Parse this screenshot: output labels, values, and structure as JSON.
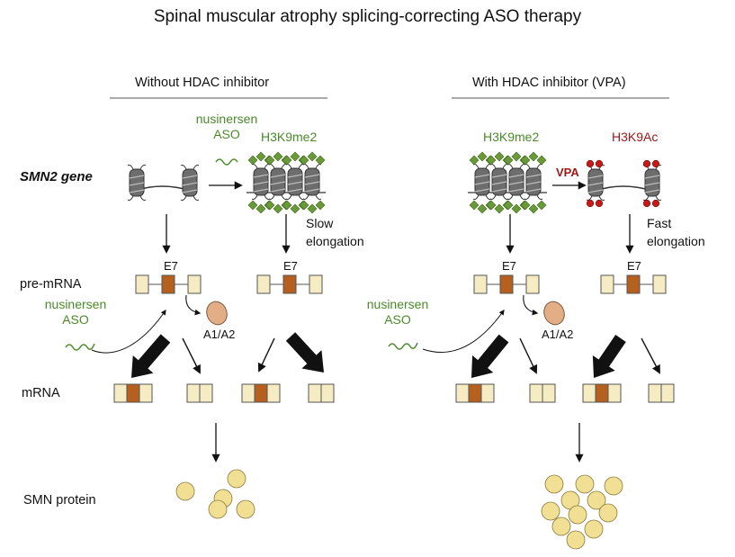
{
  "title": "Spinal muscular atrophy splicing-correcting ASO therapy",
  "left_header": "Without HDAC inhibitor",
  "right_header": "With HDAC inhibitor (VPA)",
  "row_labels": {
    "gene": "SMN2 gene",
    "pre_mrna": "pre-mRNA",
    "mrna": "mRNA",
    "protein": "SMN protein"
  },
  "aso_line1": "nusinersen",
  "aso_line2": "ASO",
  "mark_h3k9me2": "H3K9me2",
  "mark_h3k9ac": "H3K9Ac",
  "vpa": "VPA",
  "slow_line1": "Slow",
  "slow_line2": "elongation",
  "fast_line1": "Fast",
  "fast_line2": "elongation",
  "exon": "E7",
  "hnrnp": "A1/A2",
  "colors": {
    "exon_included": "#b5601f",
    "exon_flank": "#f5ecc4",
    "protein": "#f1df93",
    "methyl": "#6a9a38",
    "acetyl": "#c61a1a",
    "hnrnp": "#e3ae86",
    "nucleosome": "#6d6d6d"
  }
}
